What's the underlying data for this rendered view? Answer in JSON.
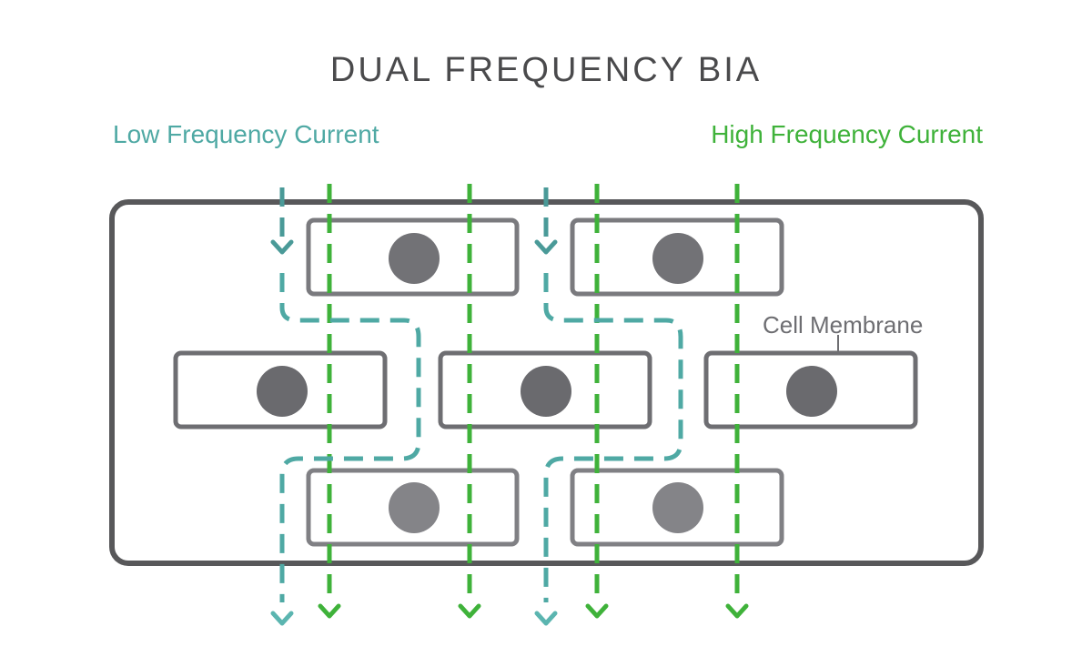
{
  "title": "DUAL FREQUENCY BIA",
  "legend": {
    "low_label": "Low Frequency Current",
    "high_label": "High Frequency Current"
  },
  "annotation": {
    "membrane_label": "Cell Membrane"
  },
  "colors": {
    "low_frequency": "#4fa9a4",
    "high_frequency": "#3fb23a",
    "tissue_border": "#58585a",
    "cell_border": "#7a7a7e",
    "nucleus": "#6e6e72",
    "title": "#4a4a4c"
  }
}
